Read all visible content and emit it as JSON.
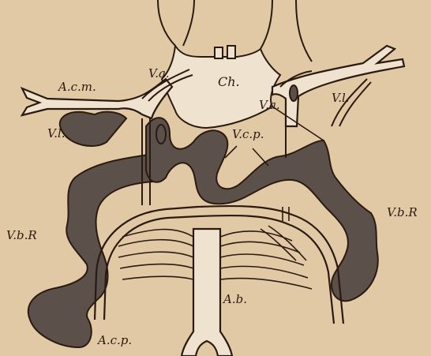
{
  "figure": {
    "background": "#e2c9a6",
    "vein_fill": "#5c514a",
    "ink": "#2a1a10",
    "vessel_fill": "#efe3cf",
    "labels": {
      "acm": "A.c.m.",
      "va_left": "V.a.",
      "ch": "Ch.",
      "va_right": "V.a.",
      "vl_right": "V.l.",
      "vl_left": "V.l.",
      "vcp": "V.c.p.",
      "vbr_left": "V.b.R",
      "vbr_right": "V.b.R",
      "ab": "A.b.",
      "acp": "A.c.p."
    }
  }
}
